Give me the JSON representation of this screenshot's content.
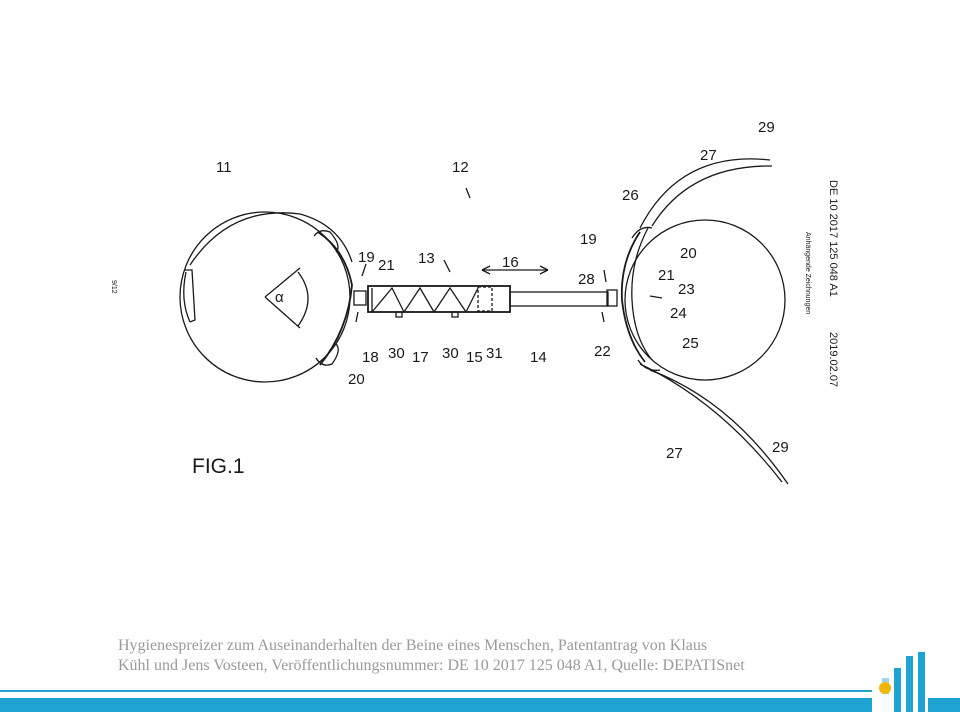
{
  "figure": {
    "fig_label": "FIG.1",
    "page_marker": "9/12",
    "side_pub_number": "DE 10 2017 125 048 A1",
    "side_pub_date": "2019.02.07",
    "side_annex": "Anhängende Zeichnungen",
    "alpha": "α",
    "refs": {
      "r11": "11",
      "r12": "12",
      "r13": "13",
      "r16": "16",
      "r19_left": "19",
      "r21_left": "21",
      "r18": "18",
      "r20_left": "20",
      "r30_a": "30",
      "r17": "17",
      "r30_b": "30",
      "r15": "15",
      "r31": "31",
      "r14": "14",
      "r19_right": "19",
      "r28": "28",
      "r22": "22",
      "r26": "26",
      "r27_top": "27",
      "r29_top": "29",
      "r20_right": "20",
      "r21_right": "21",
      "r23": "23",
      "r24": "24",
      "r25": "25",
      "r27_bottom": "27",
      "r29_bottom": "29"
    }
  },
  "caption": {
    "line1": "Hygienespreizer zum Auseinanderhalten der Beine eines Menschen, Patentantrag von Klaus",
    "line2": "Kühl und Jens Vosteen, Veröffentlichungsnummer: DE 10 2017 125 048 A1, Quelle: DEPATISnet"
  },
  "brand": {
    "accent": "#1ea3d3",
    "accent_light": "#9fd8ee",
    "logo_dot": "#f2b705",
    "logo_icon": "pharma-logo-icon"
  }
}
